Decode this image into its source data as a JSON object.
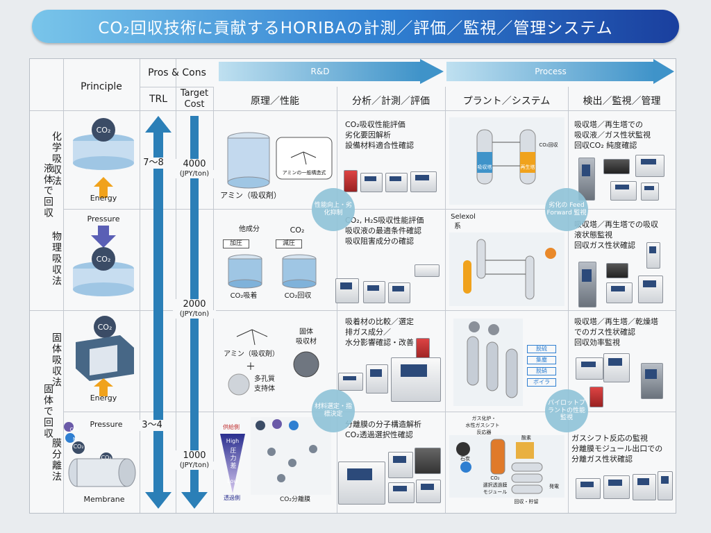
{
  "title": "CO₂回収技術に貢献するHORIBAの計測／評価／監視／管理システム",
  "phases": {
    "rd": "R&D",
    "process": "Process"
  },
  "headers": {
    "principle": "Principle",
    "pros_cons": "Pros & Cons",
    "trl": "TRL",
    "target_cost": "Target Cost",
    "col1": "原理／性能",
    "col2": "分析／計測／評価",
    "col3": "プラント／システム",
    "col4": "検出／監視／管理"
  },
  "groups": {
    "liquid": "液体で回収",
    "solid": "固体で回収"
  },
  "rows": {
    "chemical": "化学吸収法",
    "physical": "物理吸収法",
    "solid_abs": "固体吸収法",
    "membrane": "膜分離法"
  },
  "principle_labels": {
    "energy1": "Energy",
    "pressure1": "Pressure",
    "energy2": "Energy",
    "pressure2": "Pressure",
    "membrane": "Membrane",
    "co2": "CO₂",
    "co2_2": "CO₂",
    "co2_3": "CO₂",
    "co2_4": "CO₂",
    "co2_5": "CO₂",
    "ch4": "CH₄",
    "n2": "N₂"
  },
  "trl": {
    "high": "7〜8",
    "low": "3〜4"
  },
  "cost": {
    "c1": "4000",
    "c1u": "(JPY/ton)",
    "c2": "2000",
    "c2u": "(JPY/ton)",
    "c3": "1000",
    "c3u": "(JPY/ton)"
  },
  "col1_labels": {
    "amine": "アミン（吸収剤）",
    "amine_struct": "アミンの一般構造式",
    "tajo": "他成分",
    "co2": "CO₂",
    "kaatsu": "加圧",
    "gentsu": "減圧",
    "co2_kyuchaku": "CO₂吸着",
    "co2_kaishu": "CO₂回収",
    "amine2": "アミン（吸収剤）",
    "plus": "＋",
    "tako": "多孔質",
    "shijitai": "支持体",
    "kotai": "固体",
    "kyushuzai": "吸収材",
    "kyokyu": "供給側",
    "high": "High",
    "atsuryoku": "圧力差",
    "low": "Low",
    "toka": "透過側",
    "bunrimaku": "CO₂分離膜"
  },
  "col2_notes": {
    "r1": [
      "CO₂吸収性能評価",
      "劣化要因解析",
      "設備材料適合性確認"
    ],
    "r2": [
      "CO₂, H₂S吸収性能評価",
      "吸収液の最適条件確認",
      "吸収阻害成分の確認"
    ],
    "r3": [
      "吸着材の比較／選定",
      "排ガス成分／",
      "水分影響確認・改善"
    ],
    "r4": [
      "分離膜の分子構造解析",
      "CO₂透過選択性確認"
    ]
  },
  "col3_labels": {
    "selexol": "Selexol",
    "kei": "系",
    "gas": "ガス化炉・",
    "gas2": "水性ガスシフト",
    "gas3": "反応器",
    "kaishu": "回収・貯留",
    "hatsuden": "発電",
    "co2mod": "CO₂",
    "co2mod2": "選択透過膜",
    "co2mod3": "モジュール",
    "kyushu": "吸収塔",
    "saisei": "再生塔",
    "co2_free": "CO₂回収",
    "dassan": "脱硫",
    "shujin": "集塵",
    "dasshou": "脱硝",
    "boiler": "ボイラ",
    "sekitan": "石炭",
    "sanso": "酸素"
  },
  "col4_notes": {
    "r1": [
      "吸収塔／再生塔での",
      "吸収液／ガス性状監視",
      "回収CO₂ 純度確認"
    ],
    "r2": [
      "吸収塔／再生塔での吸収",
      "液状態監視",
      "回収ガス性状確認"
    ],
    "r3": [
      "吸収塔／再生塔／乾燥塔",
      "でのガス性状確認",
      "回収効率監視"
    ],
    "r4": [
      "ガスシフト反応の監視",
      "分離膜モジュール出口での",
      "分離ガス性状確認"
    ]
  },
  "badges": {
    "b1": "性能向上・劣化抑制",
    "b2": "劣化の Feed Forward 監視",
    "b3": "材料選定・指標決定",
    "b4": "パイロットプラントの性能監視"
  },
  "colors": {
    "accent": "#2f7fd1",
    "arrow": "#2b7fb7",
    "badge": "#8fc3d8"
  }
}
